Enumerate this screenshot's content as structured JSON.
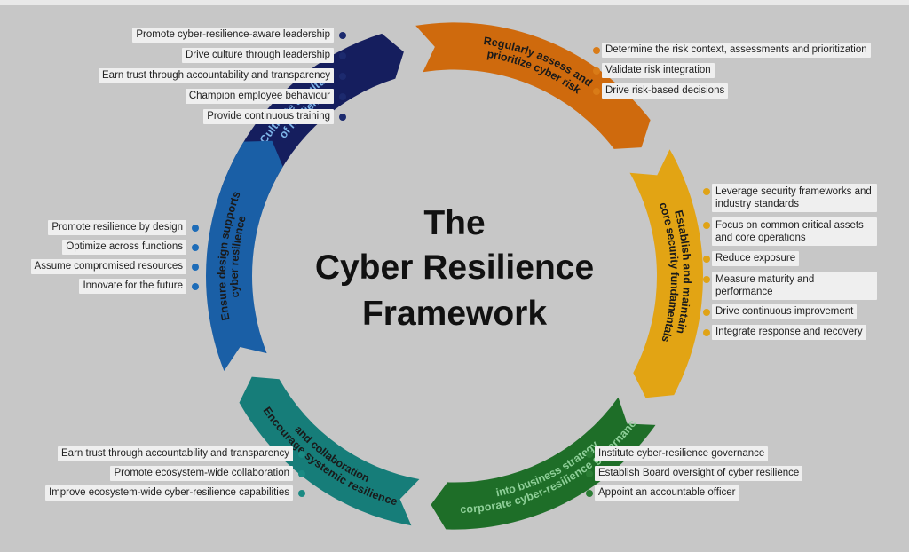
{
  "title": {
    "line1": "The",
    "line2": "Cyber Resilience",
    "line3": "Framework"
  },
  "segments": [
    {
      "title": "Cultivate a culture of resilience",
      "color": "#151e5e",
      "text_color": "#7db4e8",
      "items": [
        "Promote cyber-resilience-aware leadership",
        "Drive culture through leadership",
        "Earn trust through accountability and transparency",
        "Champion employee behaviour",
        "Provide continuous training"
      ]
    },
    {
      "title": "Regularly assess and prioritize cyber risk",
      "color": "#cf6a0d",
      "text_color": "#1a1a1a",
      "items": [
        "Determine the risk context, assessments and prioritization",
        "Validate risk integration",
        "Drive risk-based decisions"
      ]
    },
    {
      "title": "Establish and maintain core security fundamentals",
      "color": "#e2a414",
      "text_color": "#1a1a1a",
      "items": [
        "Leverage security frameworks and industry standards",
        "Focus on common critical assets and core operations",
        "Reduce exposure",
        "Measure maturity and performance",
        "Drive continuous improvement",
        "Integrate response and recovery"
      ]
    },
    {
      "title": "Incorporate cyber-resilience governance into business strategy",
      "color": "#1e6e28",
      "text_color": "#8ecf98",
      "items": [
        "Institute cyber-resilience governance",
        "Establish Board oversight of cyber resilience",
        "Appoint an accountable officer"
      ]
    },
    {
      "title": "Encourage systemic resilience and collaboration",
      "color": "#167d79",
      "text_color": "#1a1a1a",
      "items": [
        "Earn trust through accountability and transparency",
        "Promote ecosystem-wide collaboration",
        "Improve ecosystem-wide cyber-resilience capabilities"
      ]
    },
    {
      "title": "Ensure design supports cyber resilience",
      "color": "#1a5fa6",
      "text_color": "#1a1a1a",
      "items": [
        "Promote resilience by design",
        "Optimize across functions",
        "Assume compromised resources",
        "Innovate for the future"
      ]
    }
  ]
}
